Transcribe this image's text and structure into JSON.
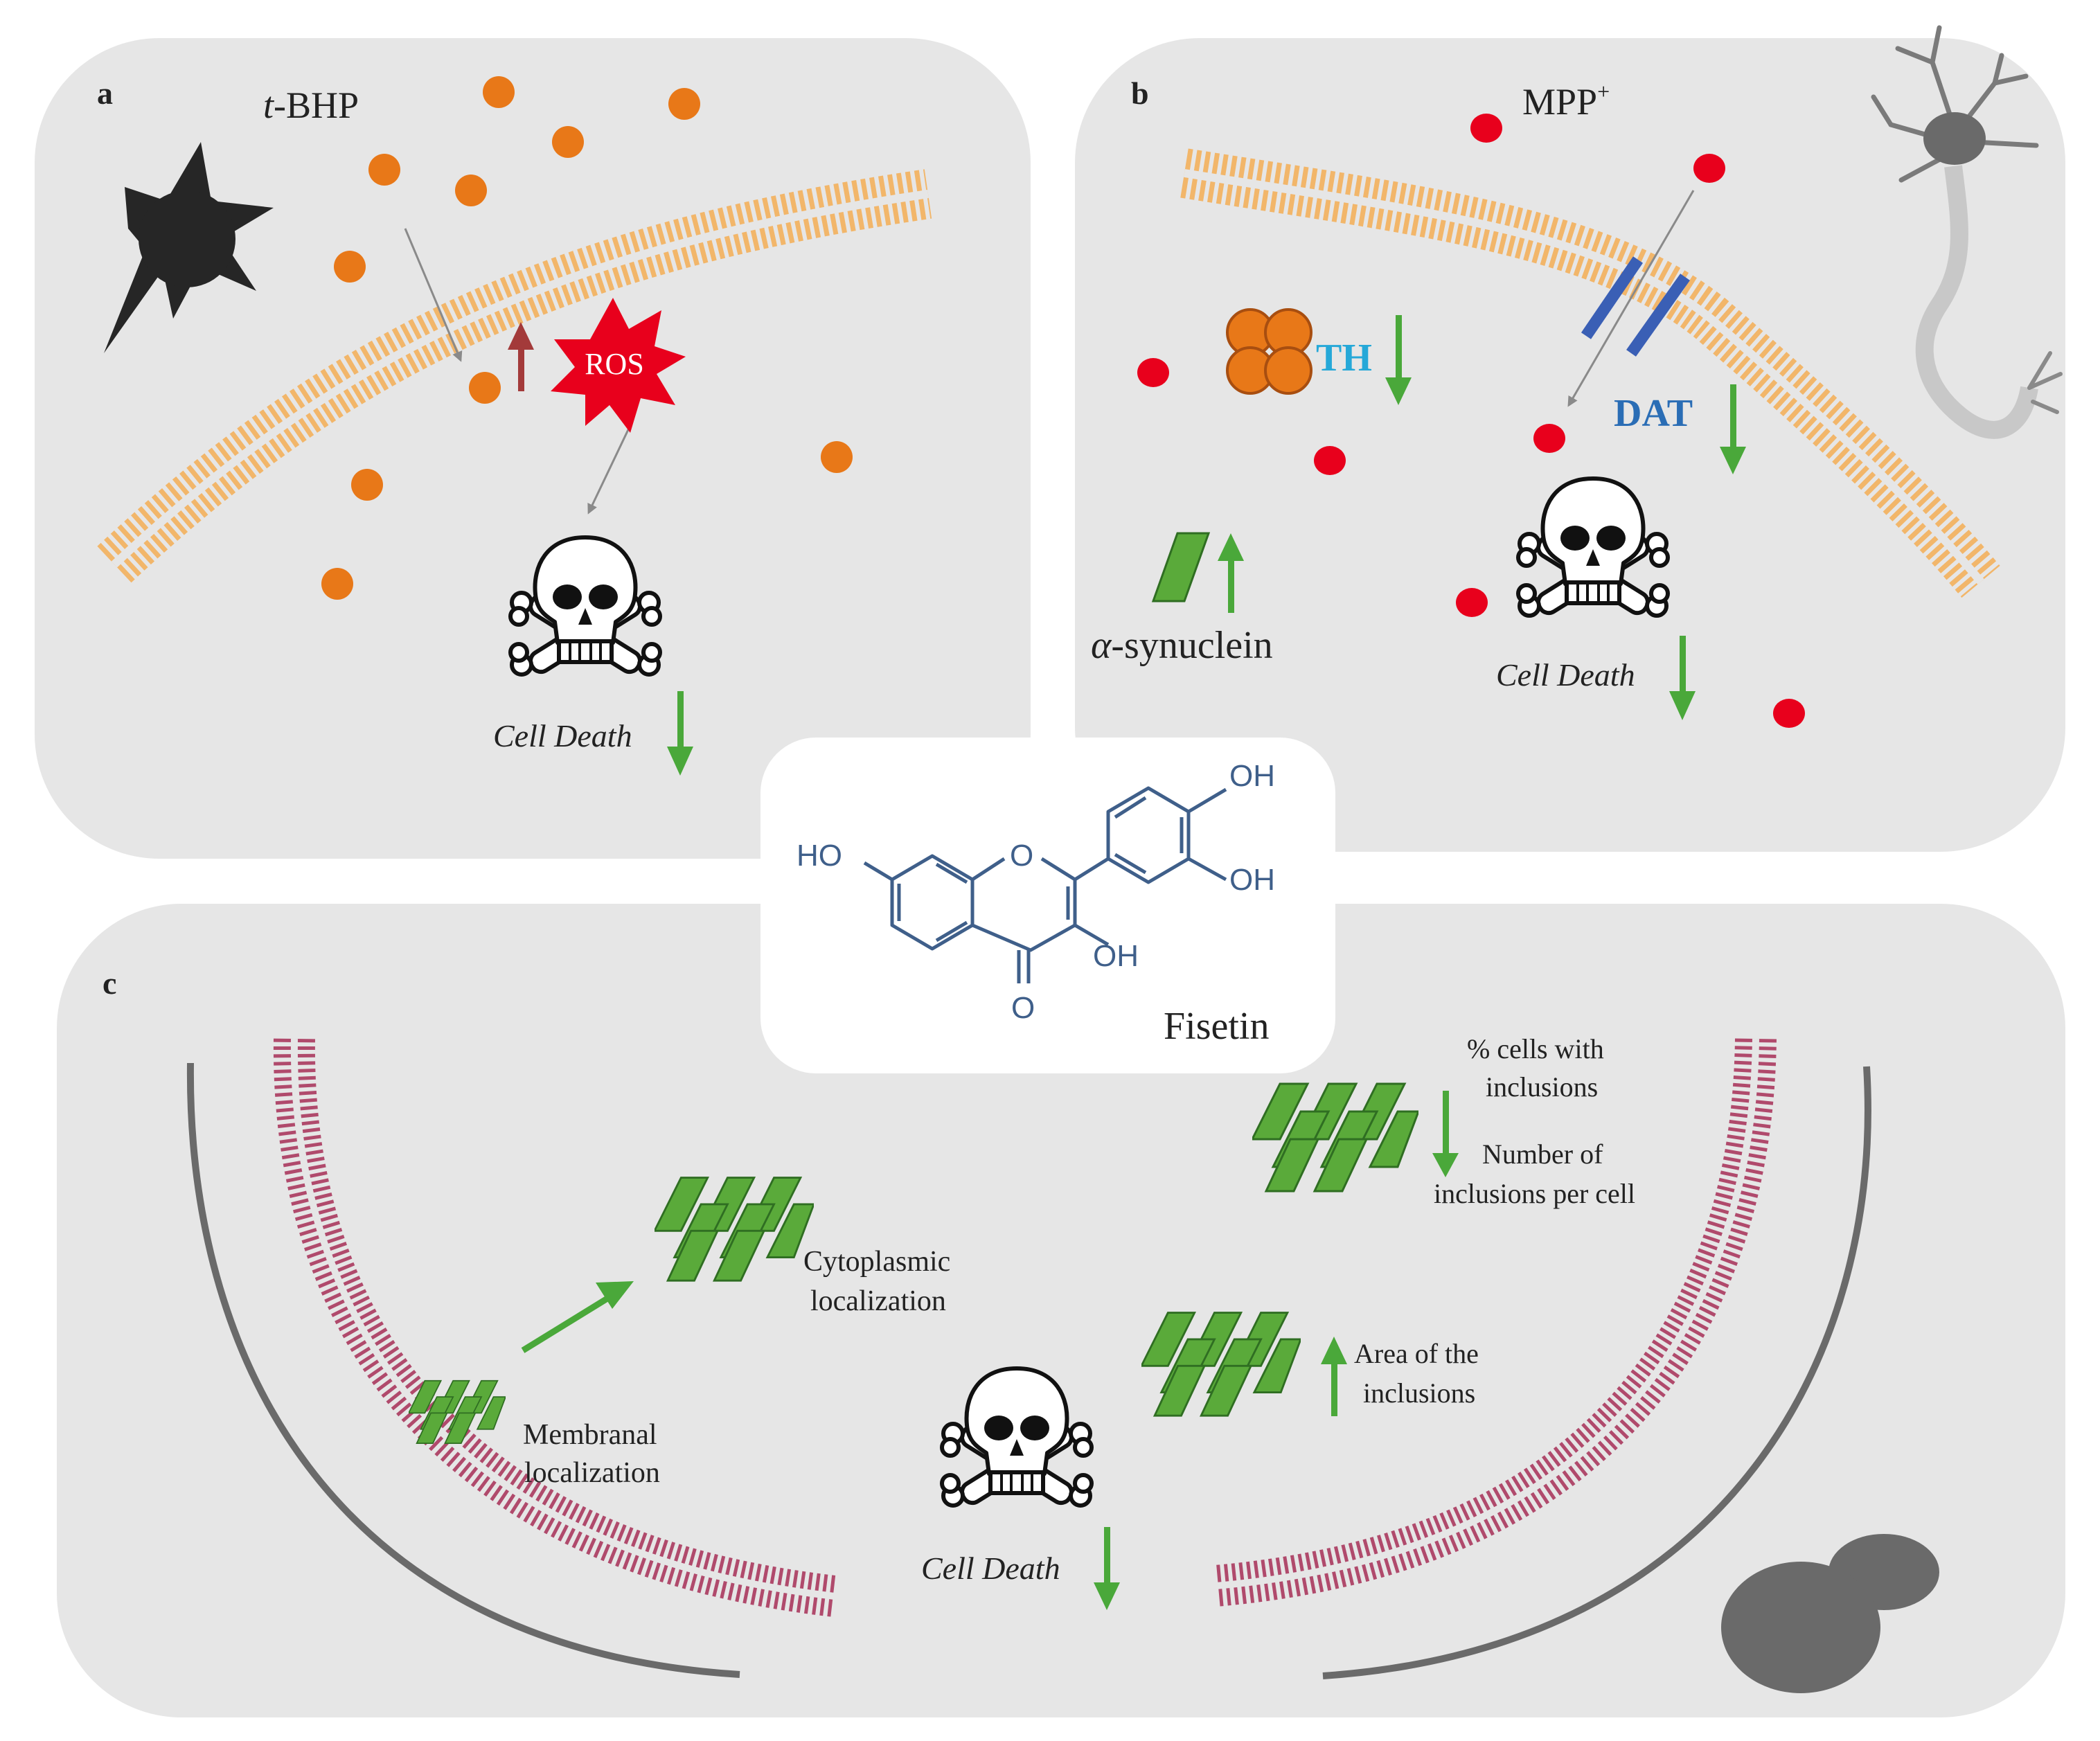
{
  "panels": {
    "a": {
      "label": "a",
      "stressor_prefix": "t",
      "stressor_suffix": "-BHP",
      "ros_label": "ROS",
      "cell_death_label": "Cell Death"
    },
    "b": {
      "label": "b",
      "toxin_base": "MPP",
      "toxin_charge": "+",
      "th_label": "TH",
      "dat_label": "DAT",
      "synuclein_prefix": "α",
      "synuclein_suffix": "-synuclein",
      "cell_death_label": "Cell Death"
    },
    "c": {
      "label": "c",
      "membranal_line1": "Membranal",
      "membranal_line2": "localization",
      "cytoplasmic_line1": "Cytoplasmic",
      "cytoplasmic_line2": "localization",
      "cells_with_line1": "% cells with",
      "cells_with_line2": "inclusions",
      "number_line1": "Number of",
      "number_line2": "inclusions per cell",
      "area_line1": "Area of the",
      "area_line2": "inclusions",
      "cell_death_label": "Cell Death"
    }
  },
  "center": {
    "compound_name": "Fisetin",
    "atoms": {
      "ho_left": "HO",
      "o_ring": "O",
      "oh_top": "OH",
      "oh_mid": "OH",
      "oh_low": "OH",
      "o_keto": "O"
    }
  },
  "colors": {
    "panel_bg": "#e6e6e6",
    "membrane_orange": "#f2b66a",
    "membrane_maroon": "#b04a6c",
    "particle_orange": "#e87818",
    "particle_red": "#e8001c",
    "arrow_green": "#4aa83a",
    "arrow_maroon": "#a33a3a",
    "th_color": "#25a8d8",
    "dat_color": "#2a6db5",
    "dat_channel": "#3a5fb5",
    "molecule_blue": "#3f5f8a",
    "inclusion_green": "#5aaa3a"
  }
}
